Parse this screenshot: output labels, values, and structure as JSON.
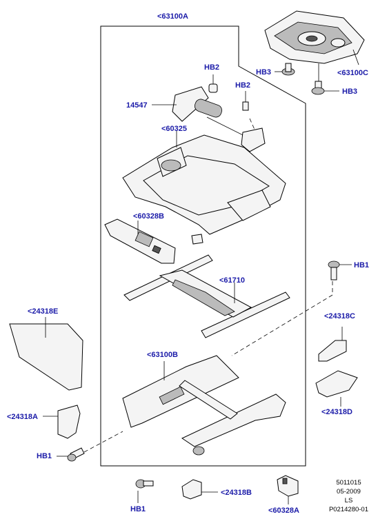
{
  "callouts": {
    "c63100A": "<63100A",
    "c63100C": "<63100C",
    "hb3_left": "HB3",
    "hb3_right": "HB3",
    "hb2_upper": "HB2",
    "hb2_lower": "HB2",
    "c14547": "14547",
    "c60325": "<60325",
    "c60328B": "<60328B",
    "c61710": "<61710",
    "hb1_right": "HB1",
    "c24318E": "<24318E",
    "c24318C": "<24318C",
    "c63100B": "<63100B",
    "c24318D": "<24318D",
    "c24318A": "<24318A",
    "hb1_left": "HB1",
    "hb1_bottom": "HB1",
    "c24318B": "<24318B",
    "c60328A": "<60328A"
  },
  "meta": {
    "line1": "5011015",
    "line2": "05-2009",
    "line3": "LS",
    "line4": "P0214280-01"
  }
}
